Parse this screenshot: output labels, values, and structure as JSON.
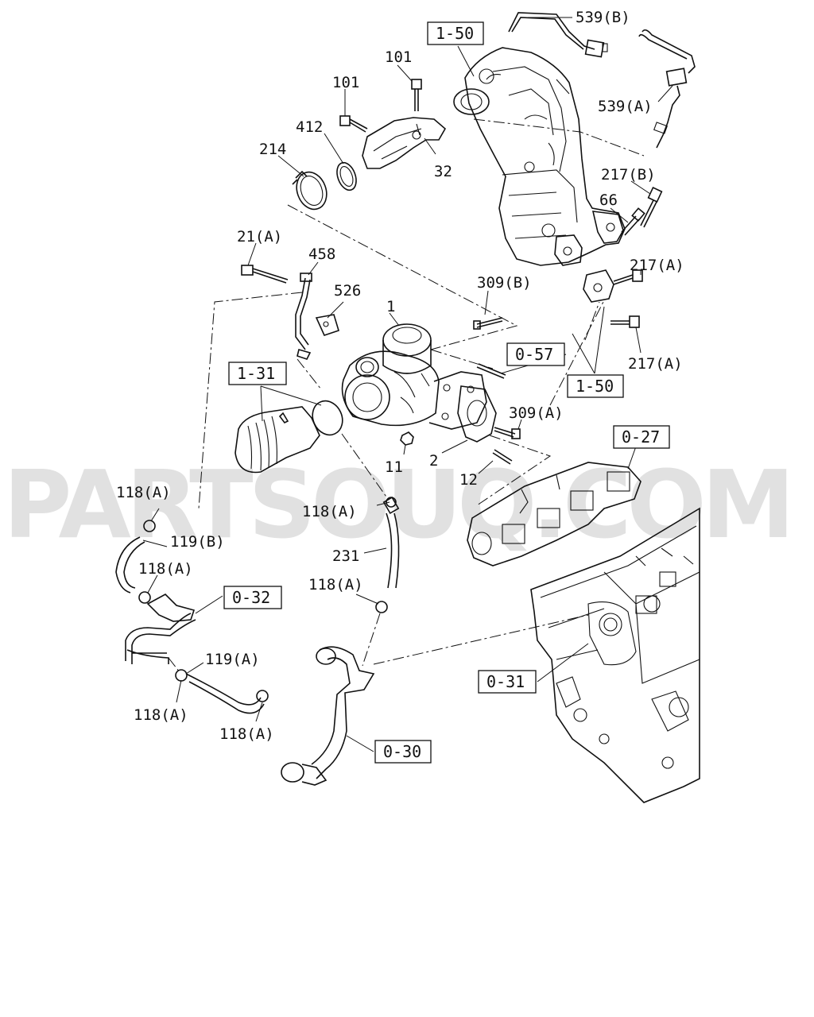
{
  "watermark": "PARTSOUQ.COM",
  "callouts": {
    "c539b": "539(B)",
    "c539a": "539(A)",
    "c101a": "101",
    "c101b": "101",
    "c412": "412",
    "c214": "214",
    "c32": "32",
    "c217b": "217(B)",
    "c66": "66",
    "c21a": "21(A)",
    "c458": "458",
    "c526": "526",
    "c1": "1",
    "c309b": "309(B)",
    "c217a1": "217(A)",
    "c217a2": "217(A)",
    "c309a": "309(A)",
    "c11": "11",
    "c2": "2",
    "c12": "12",
    "c118a1": "118(A)",
    "c118a2": "118(A)",
    "c118a3": "118(A)",
    "c118a4": "118(A)",
    "c118a5": "118(A)",
    "c118a6": "118(A)",
    "c119b": "119(B)",
    "c119a": "119(A)",
    "c231": "231"
  },
  "refs": {
    "r150top": "1-50",
    "r057": "0-57",
    "r150mid": "1-50",
    "r131": "1-31",
    "r027": "0-27",
    "r032": "0-32",
    "r031": "0-31",
    "r030": "0-30"
  }
}
